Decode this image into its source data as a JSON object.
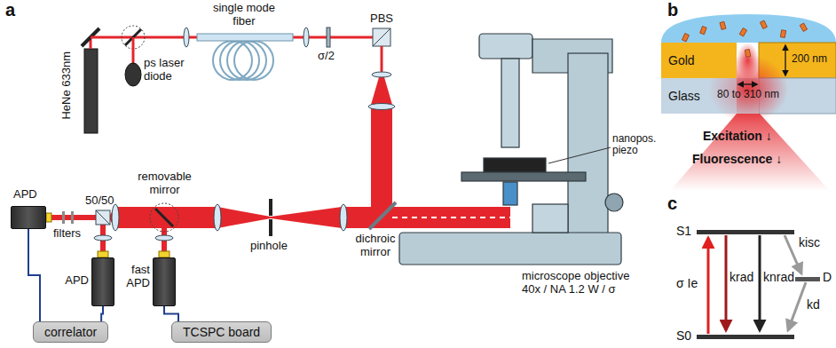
{
  "diagram": {
    "nodes": [
      {
        "text": [
          "APD"
        ]
      },
      {
        "text": [
          "APD"
        ]
      },
      {
        "text": [
          "fast APD"
        ]
      },
      {
        "text": [
          "correlator"
        ]
      },
      {
        "text": [
          "TCSPC board"
        ]
      },
      {
        "text": [
          "Gold"
        ]
      },
      {
        "text": [
          "Glass"
        ]
      }
    ],
    "edges": [
      {
        "from": 0,
        "to": 3,
        "arrow": "none"
      },
      {
        "from": 1,
        "to": 3,
        "arrow": "none"
      },
      {
        "from": 2,
        "to": 4,
        "arrow": "none"
      }
    ],
    "labels": [
      "a",
      "HeNe 633nm",
      "ps laser diode",
      "single mode fiber",
      "σ/2",
      "PBS",
      "nanopos. piezo",
      "microscope objective 40x / NA 1.2 W / σ",
      "dichroic mirror",
      "pinhole",
      "removable mirror",
      "50/50",
      "filters",
      "b",
      "200 nm",
      "80 to 310 nm",
      "Excitation ↓",
      "Fluorescence ↓",
      "c",
      "S1",
      "S0",
      "σ Ie",
      "krad",
      "knrad",
      "kisc",
      "D",
      "kd"
    ]
  }
}
